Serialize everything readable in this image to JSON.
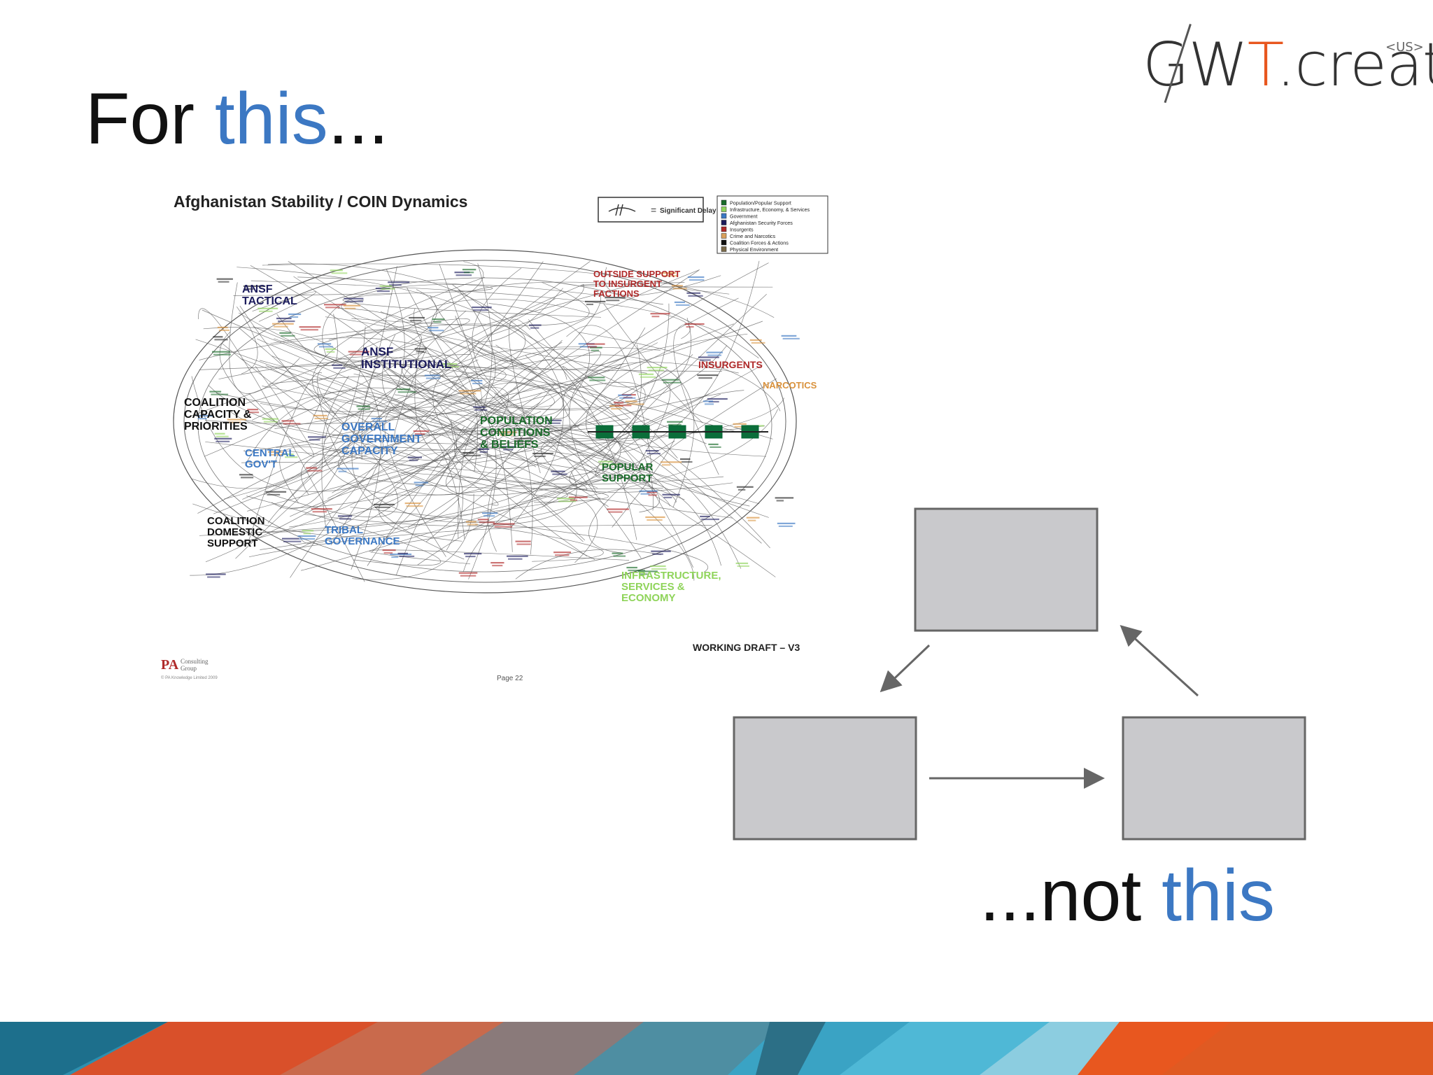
{
  "logo": {
    "wordmark_pre": "GW",
    "wordmark_t": "T",
    "wordmark_post": ".create",
    "region": "<US>"
  },
  "title": {
    "text": "For ",
    "accent": "this",
    "suffix": "..."
  },
  "subtitle": {
    "prefix": "...not ",
    "accent": "this"
  },
  "complex_diagram": {
    "title": "Afghanistan Stability / COIN Dynamics",
    "delay_label": "Significant Delay",
    "delay_eq": "=",
    "legend": [
      {
        "label": "Population/Popular Support",
        "color": "#1a6b2a"
      },
      {
        "label": "Infrastructure, Economy, & Services",
        "color": "#8fd45a"
      },
      {
        "label": "Government",
        "color": "#3c78c3"
      },
      {
        "label": "Afghanistan Security Forces",
        "color": "#1c1c5c"
      },
      {
        "label": "Insurgents",
        "color": "#b02a2a"
      },
      {
        "label": "Crime and Narcotics",
        "color": "#d9a05b"
      },
      {
        "label": "Coalition Forces & Actions",
        "color": "#111111"
      },
      {
        "label": "Physical Environment",
        "color": "#7a6a4a"
      }
    ],
    "clusters": [
      {
        "l1": "ANSF",
        "l2": "TACTICAL",
        "l3": "",
        "color": "#1c1c5c"
      },
      {
        "l1": "ANSF",
        "l2": "INSTITUTIONAL",
        "l3": "",
        "color": "#1c1c5c"
      },
      {
        "l1": "OUTSIDE SUPPORT",
        "l2": "TO INSURGENT",
        "l3": "FACTIONS",
        "color": "#b02a2a"
      },
      {
        "l1": "INSURGENTS",
        "l2": "",
        "l3": "",
        "color": "#b02a2a"
      },
      {
        "l1": "NARCOTICS",
        "l2": "",
        "l3": "",
        "color": "#d9913b"
      },
      {
        "l1": "COALITION",
        "l2": "CAPACITY &",
        "l3": "PRIORITIES",
        "color": "#111111"
      },
      {
        "l1": "OVERALL",
        "l2": "GOVERNMENT",
        "l3": "CAPACITY",
        "color": "#3c78c3"
      },
      {
        "l1": "CENTRAL",
        "l2": "GOV'T",
        "l3": "",
        "color": "#3c78c3"
      },
      {
        "l1": "POPULATION",
        "l2": "CONDITIONS",
        "l3": "& BELIEFS",
        "color": "#1a6b2a"
      },
      {
        "l1": "POPULAR",
        "l2": "SUPPORT",
        "l3": "",
        "color": "#1a6b2a"
      },
      {
        "l1": "COALITION",
        "l2": "DOMESTIC",
        "l3": "SUPPORT",
        "color": "#111111"
      },
      {
        "l1": "TRIBAL",
        "l2": "GOVERNANCE",
        "l3": "",
        "color": "#3c78c3"
      },
      {
        "l1": "INFRASTRUCTURE,",
        "l2": "SERVICES &",
        "l3": "ECONOMY",
        "color": "#8fd45a"
      }
    ],
    "working_draft": "WORKING DRAFT – V3",
    "footer_brand": "PA",
    "footer_brand_sub1": "Consulting",
    "footer_brand_sub2": "Group",
    "footer_copyright": "© PA Knowledge Limited 2009",
    "page_label": "Page 22"
  },
  "simple_diagram": {
    "box_fill": "#c9c9cc",
    "box_stroke": "#666666",
    "arrow_color": "#666666"
  },
  "colors": {
    "accent": "#3c78c3",
    "logo_accent": "#e8571f"
  }
}
